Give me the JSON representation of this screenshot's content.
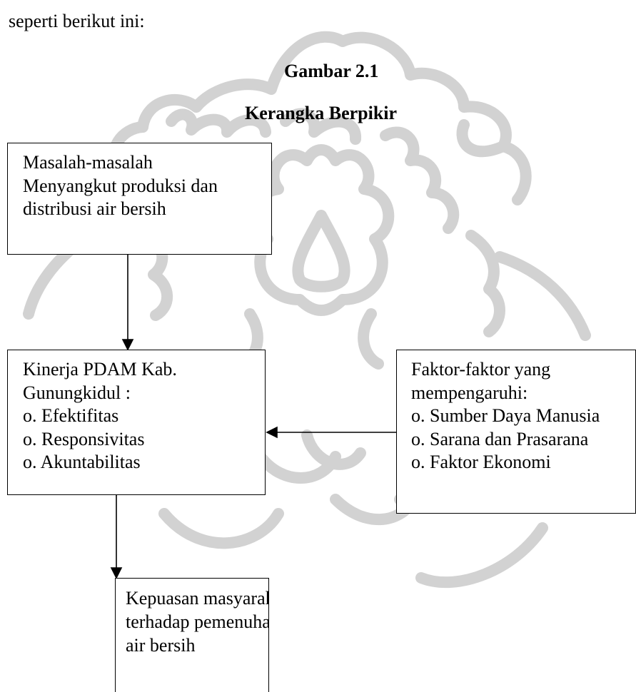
{
  "intro_text": "seperti berikut ini:",
  "figure": {
    "number": "Gambar 2.1",
    "title": "Kerangka Berpikir"
  },
  "boxes": {
    "problems": {
      "lines": [
        "Masalah-masalah",
        "Menyangkut produksi dan",
        "distribusi air bersih"
      ]
    },
    "performance": {
      "lines": [
        "Kinerja PDAM Kab.",
        "Gunungkidul :",
        "o. Efektifitas",
        "o. Responsivitas",
        "o. Akuntabilitas"
      ]
    },
    "factors": {
      "lines": [
        "Faktor-faktor yang",
        "mempengaruhi:",
        "o. Sumber Daya Manusia",
        "o. Sarana dan Prasarana",
        "o. Faktor Ekonomi"
      ]
    },
    "satisfaction": {
      "lines": [
        "Kepuasan masyarakat",
        "terhadap pemenuhan akan",
        "air bersih"
      ]
    }
  },
  "colors": {
    "watermark": "#d2d2d2",
    "stroke": "#000000"
  }
}
